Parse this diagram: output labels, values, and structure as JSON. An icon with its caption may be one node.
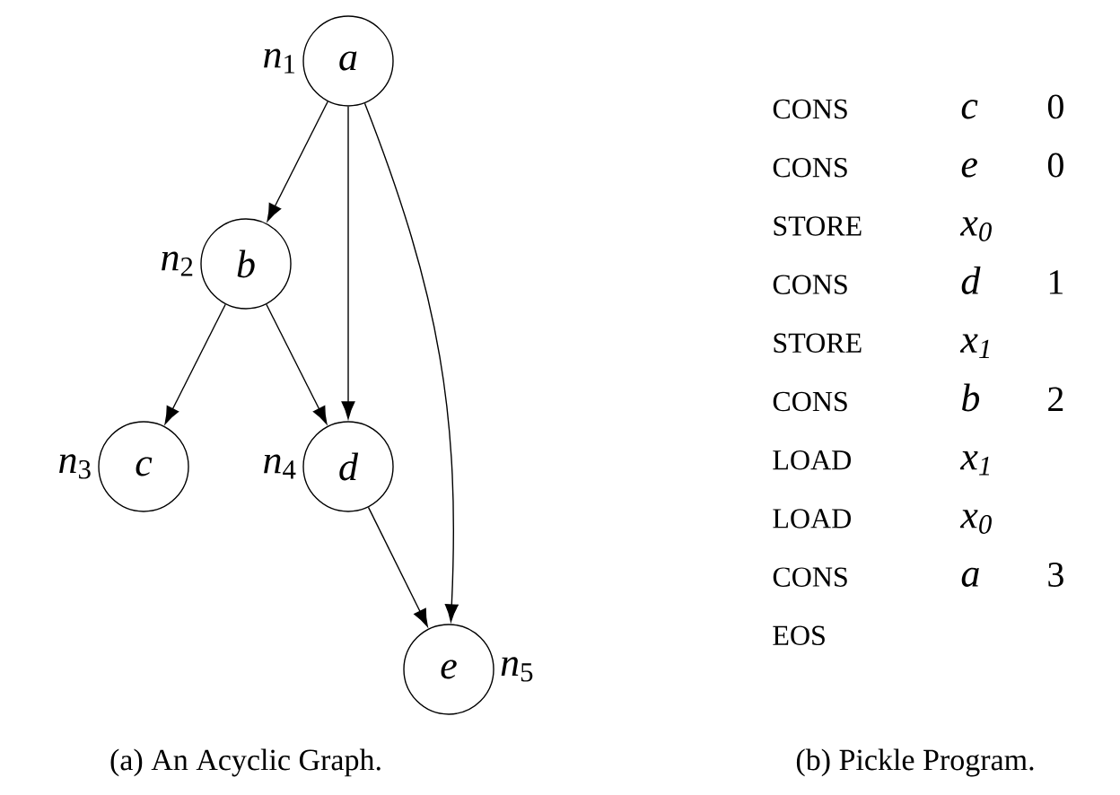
{
  "diagram": {
    "nodes": [
      {
        "text": [
          "a"
        ],
        "beside": [
          "*n*$_{1}$"
        ]
      },
      {
        "text": [
          "b"
        ],
        "beside": [
          "*n*$_{2}$"
        ]
      },
      {
        "text": [
          "c"
        ],
        "beside": [
          "*n*$_{3}$"
        ]
      },
      {
        "text": [
          "d"
        ],
        "beside": [
          "*n*$_{4}$"
        ]
      },
      {
        "text": [
          "e"
        ],
        "beside": [
          "*n*$_{5}$"
        ]
      }
    ],
    "edges": [
      {
        "from": 0,
        "to": 1,
        "arrow": "to"
      },
      {
        "from": 0,
        "to": 3,
        "arrow": "to"
      },
      {
        "from": 0,
        "to": 4,
        "arrow": "to"
      },
      {
        "from": 1,
        "to": 2,
        "arrow": "to"
      },
      {
        "from": 1,
        "to": 3,
        "arrow": "to"
      },
      {
        "from": 3,
        "to": 4,
        "arrow": "to"
      }
    ],
    "labels": [
      "CONS",
      "c",
      "0",
      "CONS",
      "e",
      "0",
      "STORE",
      "x$_{0}$",
      "CONS",
      "d",
      "1",
      "STORE",
      "x$_{1}$",
      "CONS",
      "b",
      "2",
      "LOAD",
      "x$_{1}$",
      "LOAD",
      "x$_{0}$",
      "CONS",
      "a",
      "3",
      "EOS",
      "(a) An Acyclic Graph.",
      "(b) Pickle Program."
    ]
  }
}
